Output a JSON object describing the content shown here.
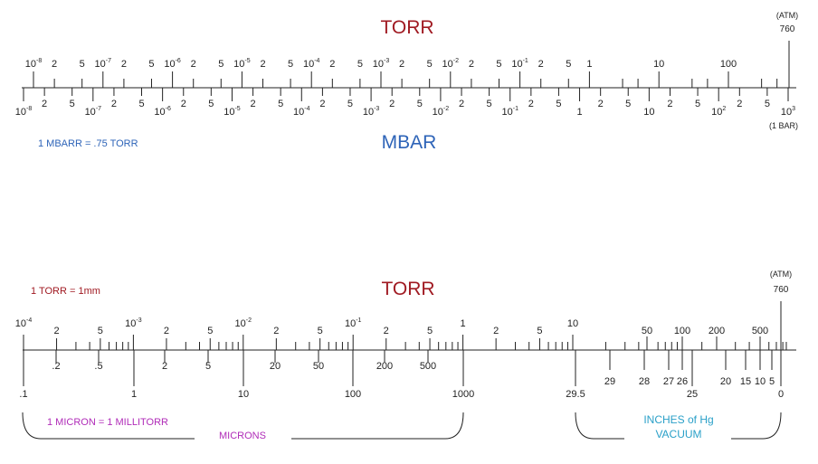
{
  "top": {
    "title": "TORR",
    "atm_label": "(ATM)",
    "atm_value": "760",
    "upper_labels": [
      {
        "b": "10",
        "e": "-8"
      },
      {
        "t": "2"
      },
      {
        "t": "5"
      },
      {
        "b": "10",
        "e": "-7"
      },
      {
        "t": "2"
      },
      {
        "t": "5"
      },
      {
        "b": "10",
        "e": "-6"
      },
      {
        "t": "2"
      },
      {
        "t": "5"
      },
      {
        "b": "10",
        "e": "-5"
      },
      {
        "t": "2"
      },
      {
        "t": "5"
      },
      {
        "b": "10",
        "e": "-4"
      },
      {
        "t": "2"
      },
      {
        "t": "5"
      },
      {
        "b": "10",
        "e": "-3"
      },
      {
        "t": "2"
      },
      {
        "t": "5"
      },
      {
        "b": "10",
        "e": "-2"
      },
      {
        "t": "2"
      },
      {
        "t": "5"
      },
      {
        "b": "10",
        "e": "-1"
      },
      {
        "t": "2"
      },
      {
        "t": "5"
      },
      {
        "t": "1"
      },
      {
        "t": "10"
      },
      {
        "t": "100"
      }
    ],
    "lower_labels": [
      {
        "b": "10",
        "e": "-8"
      },
      {
        "t": "2"
      },
      {
        "t": "5"
      },
      {
        "b": "10",
        "e": "-7"
      },
      {
        "t": "2"
      },
      {
        "t": "5"
      },
      {
        "b": "10",
        "e": "-6"
      },
      {
        "t": "2"
      },
      {
        "t": "5"
      },
      {
        "b": "10",
        "e": "-5"
      },
      {
        "t": "2"
      },
      {
        "t": "5"
      },
      {
        "b": "10",
        "e": "-4"
      },
      {
        "t": "2"
      },
      {
        "t": "5"
      },
      {
        "b": "10",
        "e": "-3"
      },
      {
        "t": "2"
      },
      {
        "t": "5"
      },
      {
        "b": "10",
        "e": "-2"
      },
      {
        "t": "2"
      },
      {
        "t": "5"
      },
      {
        "b": "10",
        "e": "-1"
      },
      {
        "t": "2"
      },
      {
        "t": "5"
      },
      {
        "t": "1"
      },
      {
        "t": "2"
      },
      {
        "t": "5"
      },
      {
        "t": "10"
      },
      {
        "t": "2"
      },
      {
        "t": "5"
      },
      {
        "b": "10",
        "e": "2"
      },
      {
        "t": "2"
      },
      {
        "t": "5"
      },
      {
        "b": "10",
        "e": "3"
      }
    ],
    "bar_label": "(1 BAR)",
    "note": "1 MBARR = .75 TORR",
    "subtitle": "MBAR"
  },
  "bottom": {
    "note": "1 TORR = 1mm",
    "title": "TORR",
    "atm_label": "(ATM)",
    "atm_value": "760",
    "upper_labels": [
      {
        "b": "10",
        "e": "-4"
      },
      {
        "t": "2"
      },
      {
        "t": "5"
      },
      {
        "b": "10",
        "e": "-3"
      },
      {
        "t": "2"
      },
      {
        "t": "5"
      },
      {
        "b": "10",
        "e": "-2"
      },
      {
        "t": "2"
      },
      {
        "t": "5"
      },
      {
        "b": "10",
        "e": "-1"
      },
      {
        "t": "2"
      },
      {
        "t": "5"
      },
      {
        "t": "1"
      },
      {
        "t": "2"
      },
      {
        "t": "5"
      },
      {
        "t": "10"
      },
      {
        "t": "50"
      },
      {
        "t": "100"
      },
      {
        "t": "200"
      },
      {
        "t": "500"
      }
    ],
    "micron_labels": [
      ".2",
      ".5",
      "2",
      "5",
      "20",
      "50",
      "200",
      "500"
    ],
    "micron_bottom": [
      ".1",
      "1",
      "10",
      "100",
      "1000"
    ],
    "hg_labels": [
      "29",
      "28",
      "27",
      "26",
      "20",
      "15",
      "10",
      "5"
    ],
    "hg_bottom": [
      "29.5",
      "25",
      "0"
    ],
    "micron_note": "1 MICRON = 1 MILLITORR",
    "microns_label": "MICRONS",
    "hg_label_1": "INCHES of  Hg",
    "hg_label_2": "VACUUM"
  }
}
